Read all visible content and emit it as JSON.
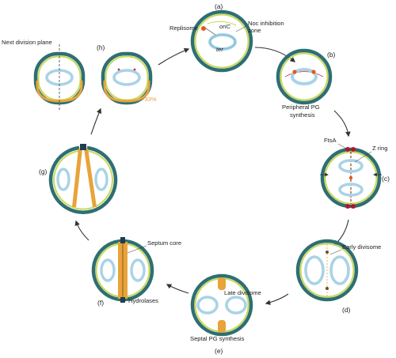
{
  "colors": {
    "wall_outer": "#2e6f73",
    "wall_inner": "#c8d95a",
    "chromosome": "#a9d3e6",
    "chromosome_edge": "#5aa6c8",
    "septum": "#e8a33a",
    "ftsa": "#b3142b",
    "replisome": "#e25a1c",
    "arrow": "#333333",
    "mark_red": "#d7263d",
    "mark_dark": "#333333"
  },
  "panels": {
    "a": "(a)",
    "b": "(b)",
    "c": "(c)",
    "d": "(d)",
    "e": "(e)",
    "f": "(f)",
    "g": "(g)",
    "h": "(h)"
  },
  "labels": {
    "replisome": "Replisome",
    "oric": "oriC",
    "noc_line1": "Noc inhibition",
    "noc_line2": "zone",
    "ter": "ter",
    "peripheral_line1": "Peripheral PG",
    "peripheral_line2": "synthesis",
    "ftsa": "FtsA",
    "z_ring": "Z ring",
    "early_divisome": "Early divisome",
    "late_divisome": "Late divisome",
    "septal_pg": "Septal PG synthesis",
    "septum_core": "Septum core",
    "hydrolases": "Hydrolases",
    "next_division_plane": "Next division plane",
    "percent": "~33%"
  }
}
